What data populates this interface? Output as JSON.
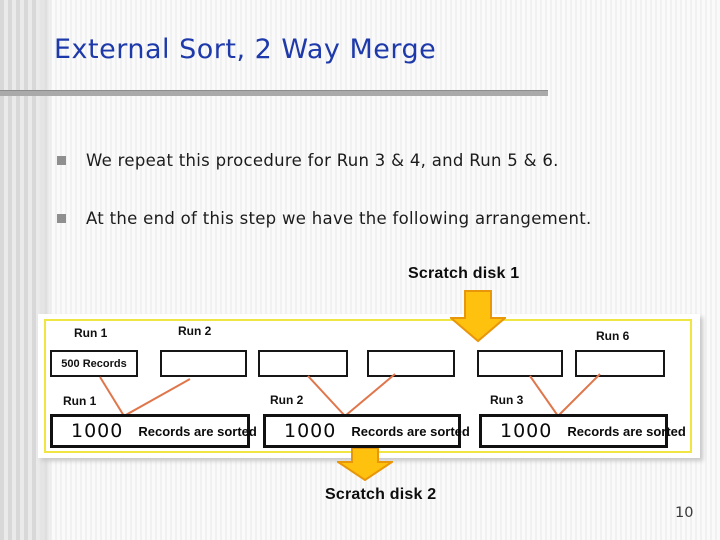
{
  "slide": {
    "title": "External Sort, 2 Way Merge",
    "page_number": "10",
    "bullets": [
      "We repeat this procedure for Run 3 & 4, and Run 5 & 6.",
      "At the end of this step we have the following arrangement."
    ]
  },
  "labels": {
    "scratch_disk_1": "Scratch disk 1",
    "scratch_disk_2": "Scratch disk 2"
  },
  "diagram": {
    "top_run_labels": {
      "run1": "Run 1",
      "run2": "Run 2",
      "run6": "Run 6"
    },
    "first_box_text": "500 Records",
    "bottom_run_labels": {
      "run1": "Run 1",
      "run2": "Run 2",
      "run3": "Run 3"
    },
    "merged_count": "1000",
    "merged_text": "Records are sorted"
  },
  "colors": {
    "title_blue": "#1e39aa",
    "divider_gray": "#aaaaaa",
    "arrow_fill": "#fec10d",
    "arrow_stroke": "#e8960a",
    "connector_orange": "#e0764b",
    "diagram_border_yellow": "#f0e542"
  }
}
